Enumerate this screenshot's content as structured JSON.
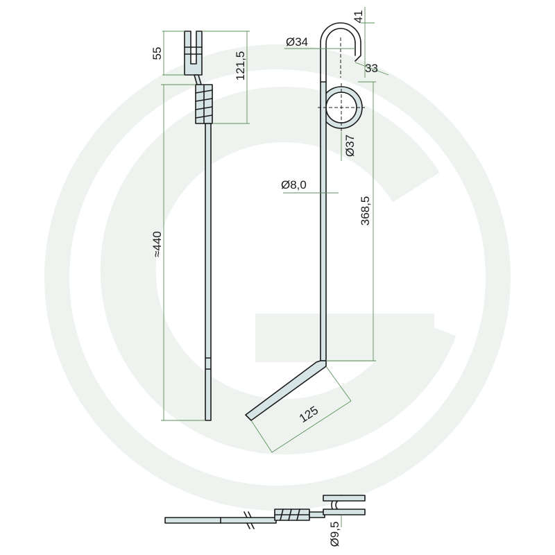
{
  "watermark": {
    "icon": "granit-logo-watermark",
    "color": "#eef3ef"
  },
  "colors": {
    "wire_fill": "#d7e4e6",
    "outline": "#1a1a1a",
    "dimension": "#5a8f5a"
  },
  "dimensions": {
    "eye_height": "55",
    "coil_span": "121,5",
    "total_length": "≈440",
    "hook_diameter": "Ø34",
    "hook_height": "41",
    "hook_offset": "33",
    "coil_diameter": "Ø37",
    "wire_diameter": "Ø8,0",
    "shank_length": "368,5",
    "tine_length": "125",
    "eye_bore": "Ø9,5"
  }
}
